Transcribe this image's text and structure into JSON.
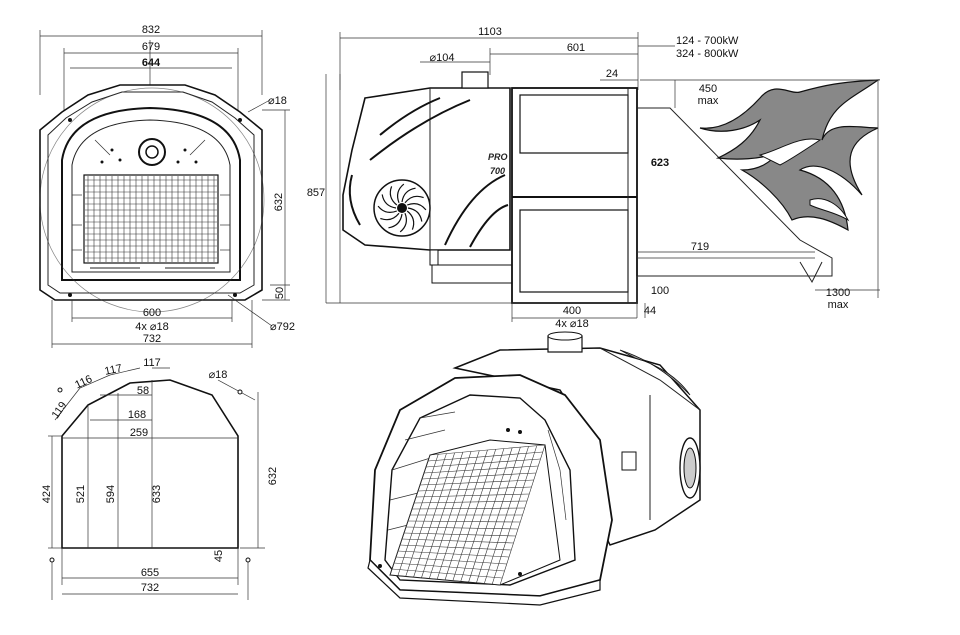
{
  "front_view": {
    "dim_832": "832",
    "dim_679": "679",
    "dim_644": "644",
    "dim_phi18": "⌀18",
    "dim_632": "632",
    "dim_50": "50",
    "dim_600": "600",
    "dim_4x18": "4x ⌀18",
    "dim_792": "⌀792",
    "dim_732": "732"
  },
  "side_view": {
    "dim_1103": "1103",
    "dim_104": "⌀104",
    "dim_601": "601",
    "dim_24": "24",
    "dim_857": "857",
    "dim_400": "400",
    "dim_4x18": "4x ⌀18",
    "dim_44": "44",
    "dim_100": "100",
    "dim_719": "719",
    "dim_623": "623",
    "dim_450": "450",
    "dim_450_max": "max",
    "dim_1300": "1300",
    "dim_1300_max": "max",
    "power_1": "124 - 700kW",
    "power_2": "324 - 800kW",
    "badge_top": "PRO",
    "badge_bottom": "700"
  },
  "section_view": {
    "dim_117a": "117",
    "dim_117b": "117",
    "dim_116": "116",
    "dim_119": "119",
    "dim_58": "58",
    "dim_168": "168",
    "dim_259": "259",
    "dim_phi18": "⌀18",
    "dim_424": "424",
    "dim_521": "521",
    "dim_594": "594",
    "dim_633": "633",
    "dim_632": "632",
    "dim_45": "45",
    "dim_655": "655",
    "dim_732": "732"
  }
}
